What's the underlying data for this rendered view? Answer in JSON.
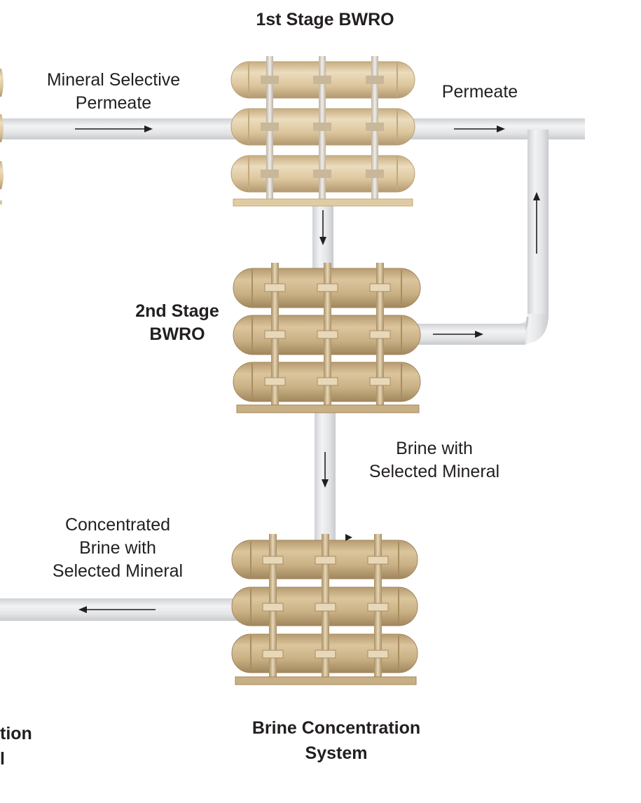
{
  "labels": {
    "stage1_title": "1st Stage BWRO",
    "mineral_selective_line1": "Mineral Selective",
    "mineral_selective_line2": "Permeate",
    "permeate": "Permeate",
    "stage2_line1": "2nd Stage",
    "stage2_line2": "BWRO",
    "brine_selected_line1": "Brine with",
    "brine_selected_line2": "Selected Mineral",
    "concentrated_line1": "Concentrated",
    "concentrated_line2": "Brine with",
    "concentrated_line3": "Selected Mineral",
    "brine_conc_line1": "Brine Concentration",
    "brine_conc_line2": "System",
    "cut_line1": "tion",
    "cut_line2": "l"
  },
  "colors": {
    "pipe": "#e6e7e9",
    "pipe_edge": "#cfd1d4",
    "vessel_stage1": "#dcc69d",
    "vessel_lower": "#c9b084",
    "vessel_shade": "#a88d62",
    "frame": "#d8c59f",
    "arrow": "#231f20",
    "text": "#231f20"
  },
  "icons": [
    "arrow-right-icon",
    "arrow-down-icon",
    "arrow-up-icon",
    "arrow-left-icon"
  ]
}
